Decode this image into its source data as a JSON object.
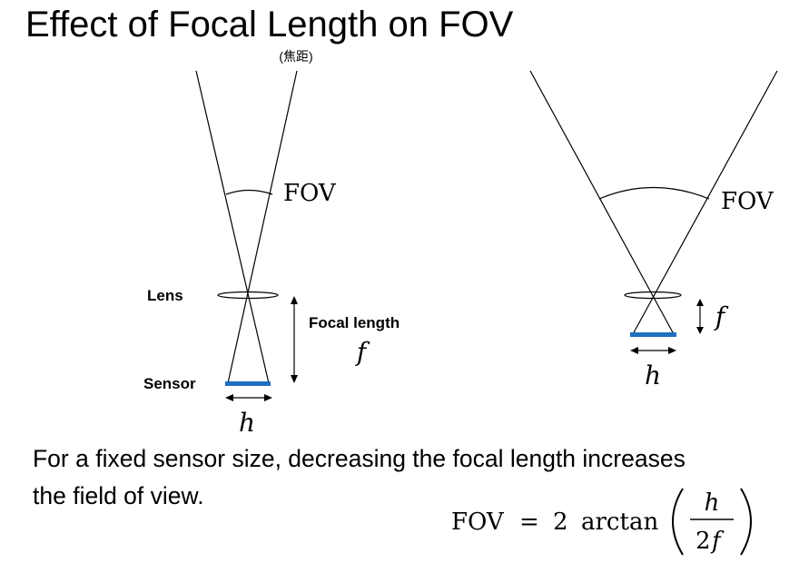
{
  "title": "Effect of Focal Length on FOV",
  "annotation": "(焦距)",
  "left_diagram": {
    "fov_label": "FOV",
    "lens_label": "Lens",
    "sensor_label": "Sensor",
    "focal_length_label": "Focal length",
    "focal_symbol": "f",
    "sensor_symbol": "h"
  },
  "right_diagram": {
    "fov_label": "FOV",
    "focal_symbol": "f",
    "sensor_symbol": "h"
  },
  "caption_line1": "For a fixed sensor size, decreasing the focal length increases",
  "caption_line2": "the field of view.",
  "formula": {
    "lhs": "FOV",
    "equals": "=",
    "coef": "2",
    "func": "arctan",
    "numerator": "h",
    "denominator_coef": "2",
    "denominator_var": "f"
  },
  "colors": {
    "sensor": "#1f6fbf",
    "line": "#000000"
  }
}
